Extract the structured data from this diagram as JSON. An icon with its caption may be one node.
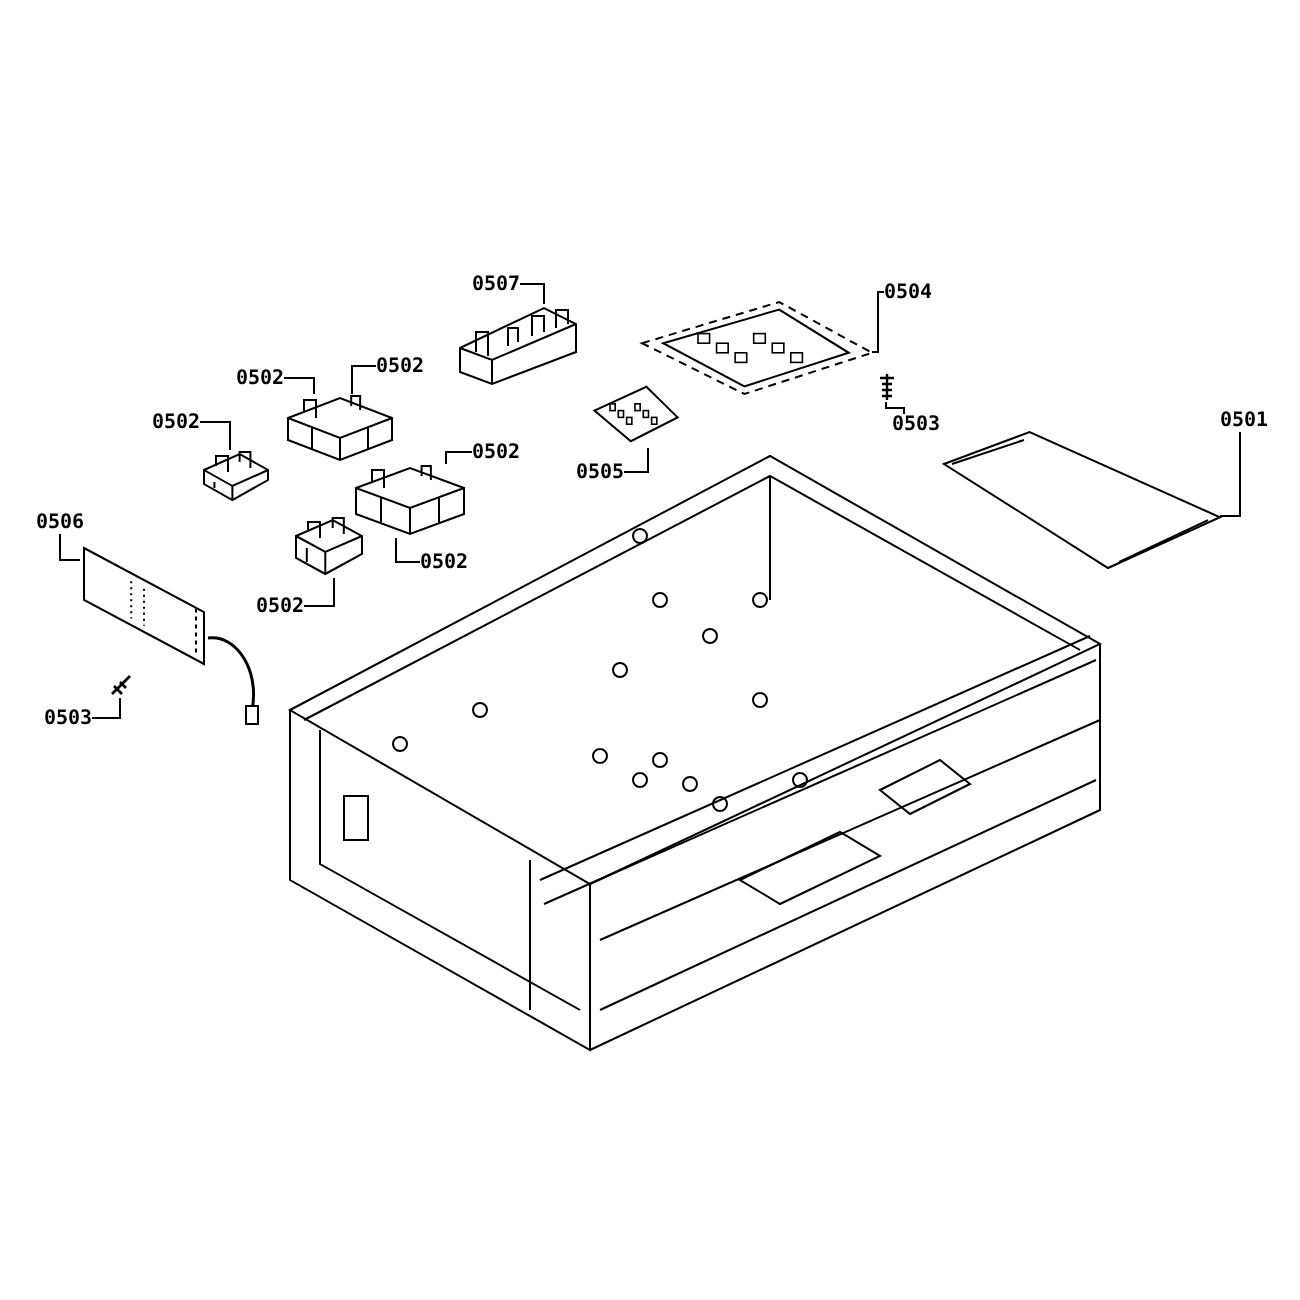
{
  "diagram": {
    "nodes": [
      {
        "text": [
          "0507"
        ]
      },
      {
        "text": [],
        "shape": "picture"
      },
      {
        "text": [
          "0504"
        ]
      },
      {
        "text": [],
        "shape": "picture"
      },
      {
        "text": [
          "0502"
        ]
      },
      {
        "text": [
          "0502"
        ]
      },
      {
        "text": [],
        "shape": "picture"
      },
      {
        "text": [
          "0503"
        ]
      },
      {
        "text": [],
        "shape": "picture"
      },
      {
        "text": [
          "0501"
        ]
      },
      {
        "text": [],
        "shape": "picture"
      },
      {
        "text": [
          "0502"
        ]
      },
      {
        "text": [],
        "shape": "picture"
      },
      {
        "text": [
          "0502"
        ]
      },
      {
        "text": [
          "0505"
        ]
      },
      {
        "text": [],
        "shape": "picture"
      },
      {
        "text": [],
        "shape": "picture"
      },
      {
        "text": [
          "0506"
        ]
      },
      {
        "text": [],
        "shape": "picture"
      },
      {
        "text": [
          "0502"
        ]
      },
      {
        "text": [
          "0502"
        ]
      },
      {
        "text": [],
        "shape": "picture"
      },
      {
        "text": [
          "0503"
        ]
      },
      {
        "text": [],
        "shape": "picture"
      }
    ],
    "edges": [
      {
        "from": 0,
        "to": 1,
        "arrow": "none"
      },
      {
        "from": 2,
        "to": 3,
        "arrow": "none"
      },
      {
        "from": 4,
        "to": 6,
        "arrow": "none"
      },
      {
        "from": 5,
        "to": 6,
        "arrow": "none"
      },
      {
        "from": 7,
        "to": 8,
        "arrow": "none"
      },
      {
        "from": 9,
        "to": 10,
        "arrow": "none"
      },
      {
        "from": 11,
        "to": 12,
        "arrow": "none"
      },
      {
        "from": 13,
        "to": 16,
        "arrow": "none"
      },
      {
        "from": 14,
        "to": 15,
        "arrow": "none"
      },
      {
        "from": 17,
        "to": 18,
        "arrow": "none"
      },
      {
        "from": 19,
        "to": 16,
        "arrow": "none"
      },
      {
        "from": 20,
        "to": 21,
        "arrow": "none"
      },
      {
        "from": 22,
        "to": 23,
        "arrow": "none"
      }
    ]
  }
}
